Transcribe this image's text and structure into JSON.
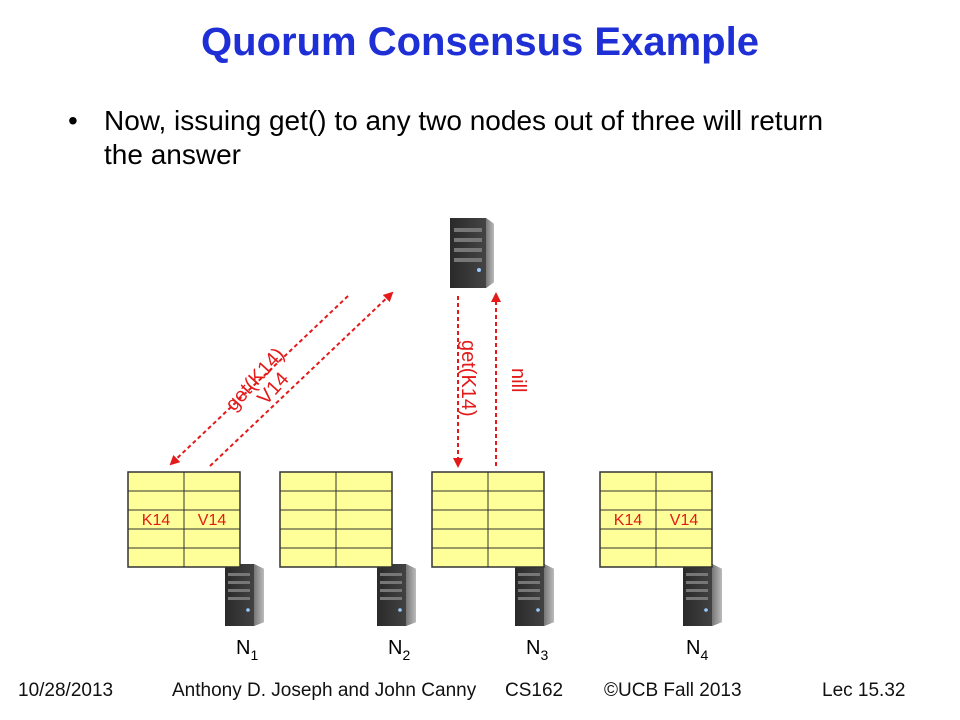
{
  "slide": {
    "title": "Quorum Consensus Example",
    "bullet": "Now, issuing get() to any two nodes out of three will return the answer"
  },
  "diagram": {
    "node_prefix": "N",
    "nodes": [
      {
        "sub": "1",
        "key": "K14",
        "value": "V14"
      },
      {
        "sub": "2",
        "key": "",
        "value": ""
      },
      {
        "sub": "3",
        "key": "",
        "value": ""
      },
      {
        "sub": "4",
        "key": "K14",
        "value": "V14"
      }
    ],
    "messages": {
      "get_left": "get(K14)",
      "reply_left": "V14",
      "get_right": "get(K14)",
      "reply_right": "nill"
    },
    "colors": {
      "title": "#1f2fd6",
      "arrow": "#e41a1a",
      "table_fill": "#ffff99",
      "table_border": "#333333",
      "server_body": "#3a3a3a"
    },
    "icons": [
      "server-icon"
    ]
  },
  "footer": {
    "date": "10/28/2013",
    "authors": "Anthony D. Joseph and John Canny",
    "course": "CS162",
    "copyright": "©UCB Fall 2013",
    "lecture": "Lec 15.32"
  }
}
